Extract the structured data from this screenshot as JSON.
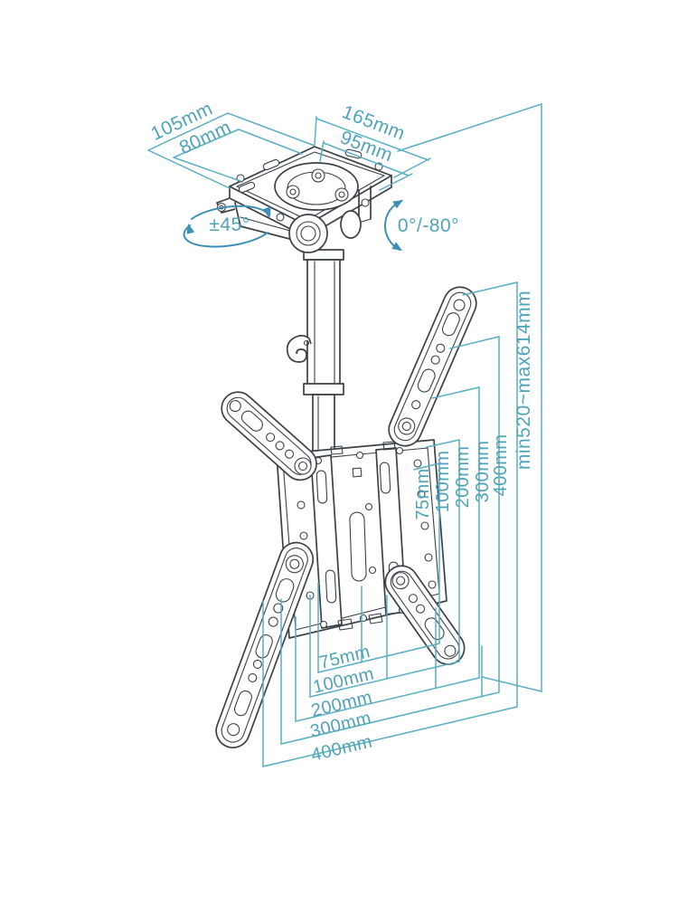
{
  "title": "TV ceiling mount bracket technical dimension diagram",
  "colors": {
    "dim": "#58AEC2",
    "dimText": "#4FA3B8",
    "arrow": "#3E8FB5",
    "ink": "#3A4147",
    "bg": "#FFFFFF"
  },
  "labels": {
    "ceiling_plate": {
      "depth_outer": "105mm",
      "depth_inner": "80mm",
      "width_outer": "165mm",
      "width_inner": "95mm"
    },
    "angles": {
      "swivel": "±45°",
      "tilt": "0°/-80°"
    },
    "height_range": "min520~max614mm",
    "vesa_right": [
      "75mm",
      "100mm",
      "200mm",
      "300mm",
      "400mm"
    ],
    "vesa_bottom": [
      "75mm",
      "100mm",
      "200mm",
      "300mm",
      "400mm"
    ]
  }
}
